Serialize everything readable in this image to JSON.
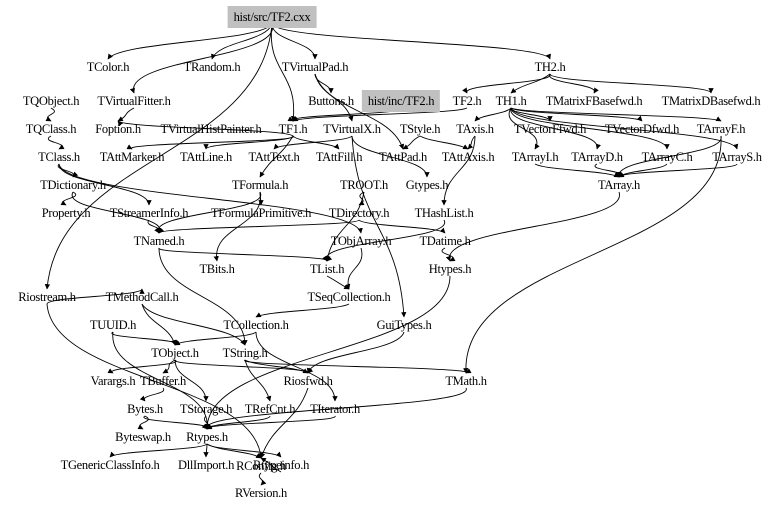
{
  "diagram": {
    "title": "hist/src/TF2.cxx include dependency graph",
    "highlight_color": "#c0c0c0",
    "nodes": [
      {
        "id": "TF2cxx",
        "label": "hist/src/TF2.cxx",
        "highlight": true
      },
      {
        "id": "TColor",
        "label": "TColor.h"
      },
      {
        "id": "TRandom",
        "label": "TRandom.h"
      },
      {
        "id": "TVirtualPad",
        "label": "TVirtualPad.h"
      },
      {
        "id": "TH2",
        "label": "TH2.h"
      },
      {
        "id": "TQObject",
        "label": "TQObject.h"
      },
      {
        "id": "TVirtualFitter",
        "label": "TVirtualFitter.h"
      },
      {
        "id": "Buttons",
        "label": "Buttons.h"
      },
      {
        "id": "TF2h",
        "label": "hist/inc/TF2.h",
        "highlight": true
      },
      {
        "id": "TF2",
        "label": "TF2.h"
      },
      {
        "id": "TH1",
        "label": "TH1.h"
      },
      {
        "id": "TMatrixFBasefwd",
        "label": "TMatrixFBasefwd.h"
      },
      {
        "id": "TMatrixDBasefwd",
        "label": "TMatrixDBasefwd.h"
      },
      {
        "id": "TQClass",
        "label": "TQClass.h"
      },
      {
        "id": "Foption",
        "label": "Foption.h"
      },
      {
        "id": "TVirtualHistPainter",
        "label": "TVirtualHistPainter.h"
      },
      {
        "id": "TF1",
        "label": "TF1.h"
      },
      {
        "id": "TVirtualX",
        "label": "TVirtualX.h"
      },
      {
        "id": "TStyle",
        "label": "TStyle.h"
      },
      {
        "id": "TAxis",
        "label": "TAxis.h"
      },
      {
        "id": "TVectorFfwd",
        "label": "TVectorFfwd.h"
      },
      {
        "id": "TVectorDfwd",
        "label": "TVectorDfwd.h"
      },
      {
        "id": "TArrayF",
        "label": "TArrayF.h"
      },
      {
        "id": "TClass",
        "label": "TClass.h"
      },
      {
        "id": "TAttMarker",
        "label": "TAttMarker.h"
      },
      {
        "id": "TAttLine",
        "label": "TAttLine.h"
      },
      {
        "id": "TAttText",
        "label": "TAttText.h"
      },
      {
        "id": "TAttFill",
        "label": "TAttFill.h"
      },
      {
        "id": "TAttPad",
        "label": "TAttPad.h"
      },
      {
        "id": "TAttAxis",
        "label": "TAttAxis.h"
      },
      {
        "id": "TArrayI",
        "label": "TArrayI.h"
      },
      {
        "id": "TArrayD",
        "label": "TArrayD.h"
      },
      {
        "id": "TArrayC",
        "label": "TArrayC.h"
      },
      {
        "id": "TArrayS",
        "label": "TArrayS.h"
      },
      {
        "id": "TDictionary",
        "label": "TDictionary.h"
      },
      {
        "id": "TFormula",
        "label": "TFormula.h"
      },
      {
        "id": "TROOT",
        "label": "TROOT.h"
      },
      {
        "id": "Gtypes",
        "label": "Gtypes.h"
      },
      {
        "id": "TArray",
        "label": "TArray.h"
      },
      {
        "id": "Property",
        "label": "Property.h"
      },
      {
        "id": "TStreamerInfo",
        "label": "TStreamerInfo.h"
      },
      {
        "id": "TFormulaPrimitive",
        "label": "TFormulaPrimitive.h"
      },
      {
        "id": "TDirectory",
        "label": "TDirectory.h"
      },
      {
        "id": "THashList",
        "label": "THashList.h"
      },
      {
        "id": "TNamed",
        "label": "TNamed.h"
      },
      {
        "id": "TObjArray",
        "label": "TObjArray.h"
      },
      {
        "id": "TDatime",
        "label": "TDatime.h"
      },
      {
        "id": "TBits",
        "label": "TBits.h"
      },
      {
        "id": "TList",
        "label": "TList.h"
      },
      {
        "id": "Htypes",
        "label": "Htypes.h"
      },
      {
        "id": "Riostream",
        "label": "Riostream.h"
      },
      {
        "id": "TMethodCall",
        "label": "TMethodCall.h"
      },
      {
        "id": "TSeqCollection",
        "label": "TSeqCollection.h"
      },
      {
        "id": "TUUID",
        "label": "TUUID.h"
      },
      {
        "id": "TCollection",
        "label": "TCollection.h"
      },
      {
        "id": "GuiTypes",
        "label": "GuiTypes.h"
      },
      {
        "id": "TObject",
        "label": "TObject.h"
      },
      {
        "id": "TString",
        "label": "TString.h"
      },
      {
        "id": "Varargs",
        "label": "Varargs.h"
      },
      {
        "id": "TBuffer",
        "label": "TBuffer.h"
      },
      {
        "id": "Riosfwd",
        "label": "Riosfwd.h"
      },
      {
        "id": "TMath",
        "label": "TMath.h"
      },
      {
        "id": "Bytes",
        "label": "Bytes.h"
      },
      {
        "id": "TStorage",
        "label": "TStorage.h"
      },
      {
        "id": "TRefCnt",
        "label": "TRefCnt.h"
      },
      {
        "id": "TIterator",
        "label": "TIterator.h"
      },
      {
        "id": "Byteswap",
        "label": "Byteswap.h"
      },
      {
        "id": "Rtypes",
        "label": "Rtypes.h"
      },
      {
        "id": "TGenericClassInfo",
        "label": "TGenericClassInfo.h"
      },
      {
        "id": "DllImport",
        "label": "DllImport.h"
      },
      {
        "id": "Rtypeinfo",
        "label": "Rtypeinfo.h"
      },
      {
        "id": "RConfig",
        "label": "RConfig.h"
      },
      {
        "id": "RVersion",
        "label": "RVersion.h"
      }
    ],
    "edges": [
      [
        "TF2cxx",
        "TColor"
      ],
      [
        "TF2cxx",
        "TRandom"
      ],
      [
        "TF2cxx",
        "TVirtualPad"
      ],
      [
        "TF2cxx",
        "TH2"
      ],
      [
        "TF2cxx",
        "TVirtualFitter"
      ],
      [
        "TF2cxx",
        "Riostream"
      ],
      [
        "TF2cxx",
        "TF1"
      ],
      [
        "TVirtualPad",
        "Buttons"
      ],
      [
        "TVirtualPad",
        "TVirtualX"
      ],
      [
        "TVirtualPad",
        "TAttPad"
      ],
      [
        "TH2",
        "TH1"
      ],
      [
        "TH2",
        "TMatrixFBasefwd"
      ],
      [
        "TH2",
        "TMatrixDBasefwd"
      ],
      [
        "TH2",
        "TF2"
      ],
      [
        "TF2h",
        "TF1"
      ],
      [
        "TF2",
        "TF1"
      ],
      [
        "TH1",
        "TAxis"
      ],
      [
        "TH1",
        "TVectorFfwd"
      ],
      [
        "TH1",
        "TVectorDfwd"
      ],
      [
        "TH1",
        "TArrayF"
      ],
      [
        "TH1",
        "TArrayI"
      ],
      [
        "TH1",
        "TArrayD"
      ],
      [
        "TH1",
        "TArrayC"
      ],
      [
        "TH1",
        "TArrayS"
      ],
      [
        "TQObject",
        "TQClass"
      ],
      [
        "TVirtualFitter",
        "Foption"
      ],
      [
        "TF1",
        "Foption"
      ],
      [
        "TF1",
        "TAttLine"
      ],
      [
        "TF1",
        "TAttFill"
      ],
      [
        "TF1",
        "TAttMarker"
      ],
      [
        "TF1",
        "TFormula"
      ],
      [
        "TVirtualX",
        "TAttText"
      ],
      [
        "TVirtualX",
        "Gtypes"
      ],
      [
        "TVirtualX",
        "GuiTypes"
      ],
      [
        "TStyle",
        "TAttAxis"
      ],
      [
        "TStyle",
        "TAttPad"
      ],
      [
        "TAxis",
        "TAttAxis"
      ],
      [
        "TAxis",
        "THashList"
      ],
      [
        "TArrayF",
        "TArray"
      ],
      [
        "TArrayI",
        "TArray"
      ],
      [
        "TArrayD",
        "TArray"
      ],
      [
        "TArrayC",
        "TArray"
      ],
      [
        "TArrayS",
        "TArray"
      ],
      [
        "TArrayF",
        "TMath"
      ],
      [
        "TArray",
        "Htypes"
      ],
      [
        "TQClass",
        "TClass"
      ],
      [
        "TClass",
        "TDictionary"
      ],
      [
        "TClass",
        "TStreamerInfo"
      ],
      [
        "TClass",
        "TObjArray"
      ],
      [
        "TDictionary",
        "Property"
      ],
      [
        "TDictionary",
        "TNamed"
      ],
      [
        "TStreamerInfo",
        "TNamed"
      ],
      [
        "TFormula",
        "TFormulaPrimitive"
      ],
      [
        "TFormula",
        "TBits"
      ],
      [
        "TFormula",
        "TNamed"
      ],
      [
        "TROOT",
        "TDirectory"
      ],
      [
        "TROOT",
        "TList"
      ],
      [
        "TDirectory",
        "TNamed"
      ],
      [
        "TDirectory",
        "TDatime"
      ],
      [
        "THashList",
        "TList"
      ],
      [
        "TDatime",
        "Htypes"
      ],
      [
        "TNamed",
        "TList"
      ],
      [
        "TNamed",
        "TString"
      ],
      [
        "TObjArray",
        "TSeqCollection"
      ],
      [
        "TList",
        "TSeqCollection"
      ],
      [
        "TSeqCollection",
        "TCollection"
      ],
      [
        "TCollection",
        "TObject"
      ],
      [
        "TCollection",
        "TIterator"
      ],
      [
        "TMethodCall",
        "TObject"
      ],
      [
        "TMethodCall",
        "TString"
      ],
      [
        "TUUID",
        "TObject"
      ],
      [
        "TUUID",
        "Rtypes"
      ],
      [
        "Riostream",
        "TMethodCall"
      ],
      [
        "Riostream",
        "RConfig"
      ],
      [
        "TObject",
        "Varargs"
      ],
      [
        "TObject",
        "TBuffer"
      ],
      [
        "TObject",
        "Riosfwd"
      ],
      [
        "TObject",
        "TStorage"
      ],
      [
        "TString",
        "TRefCnt"
      ],
      [
        "TString",
        "Riosfwd"
      ],
      [
        "TString",
        "TMath"
      ],
      [
        "GuiTypes",
        "Riosfwd"
      ],
      [
        "Htypes",
        "Rtypes"
      ],
      [
        "TBuffer",
        "Bytes"
      ],
      [
        "Bytes",
        "Byteswap"
      ],
      [
        "Bytes",
        "Rtypes"
      ],
      [
        "TStorage",
        "Rtypes"
      ],
      [
        "TRefCnt",
        "Rtypes"
      ],
      [
        "TIterator",
        "Rtypes"
      ],
      [
        "TMath",
        "Rtypes"
      ],
      [
        "Riosfwd",
        "RConfig"
      ],
      [
        "Rtypes",
        "TGenericClassInfo"
      ],
      [
        "Rtypes",
        "DllImport"
      ],
      [
        "Rtypes",
        "Rtypeinfo"
      ],
      [
        "Rtypes",
        "RConfig"
      ],
      [
        "Rtypeinfo",
        "RConfig"
      ],
      [
        "RConfig",
        "RVersion"
      ]
    ]
  }
}
